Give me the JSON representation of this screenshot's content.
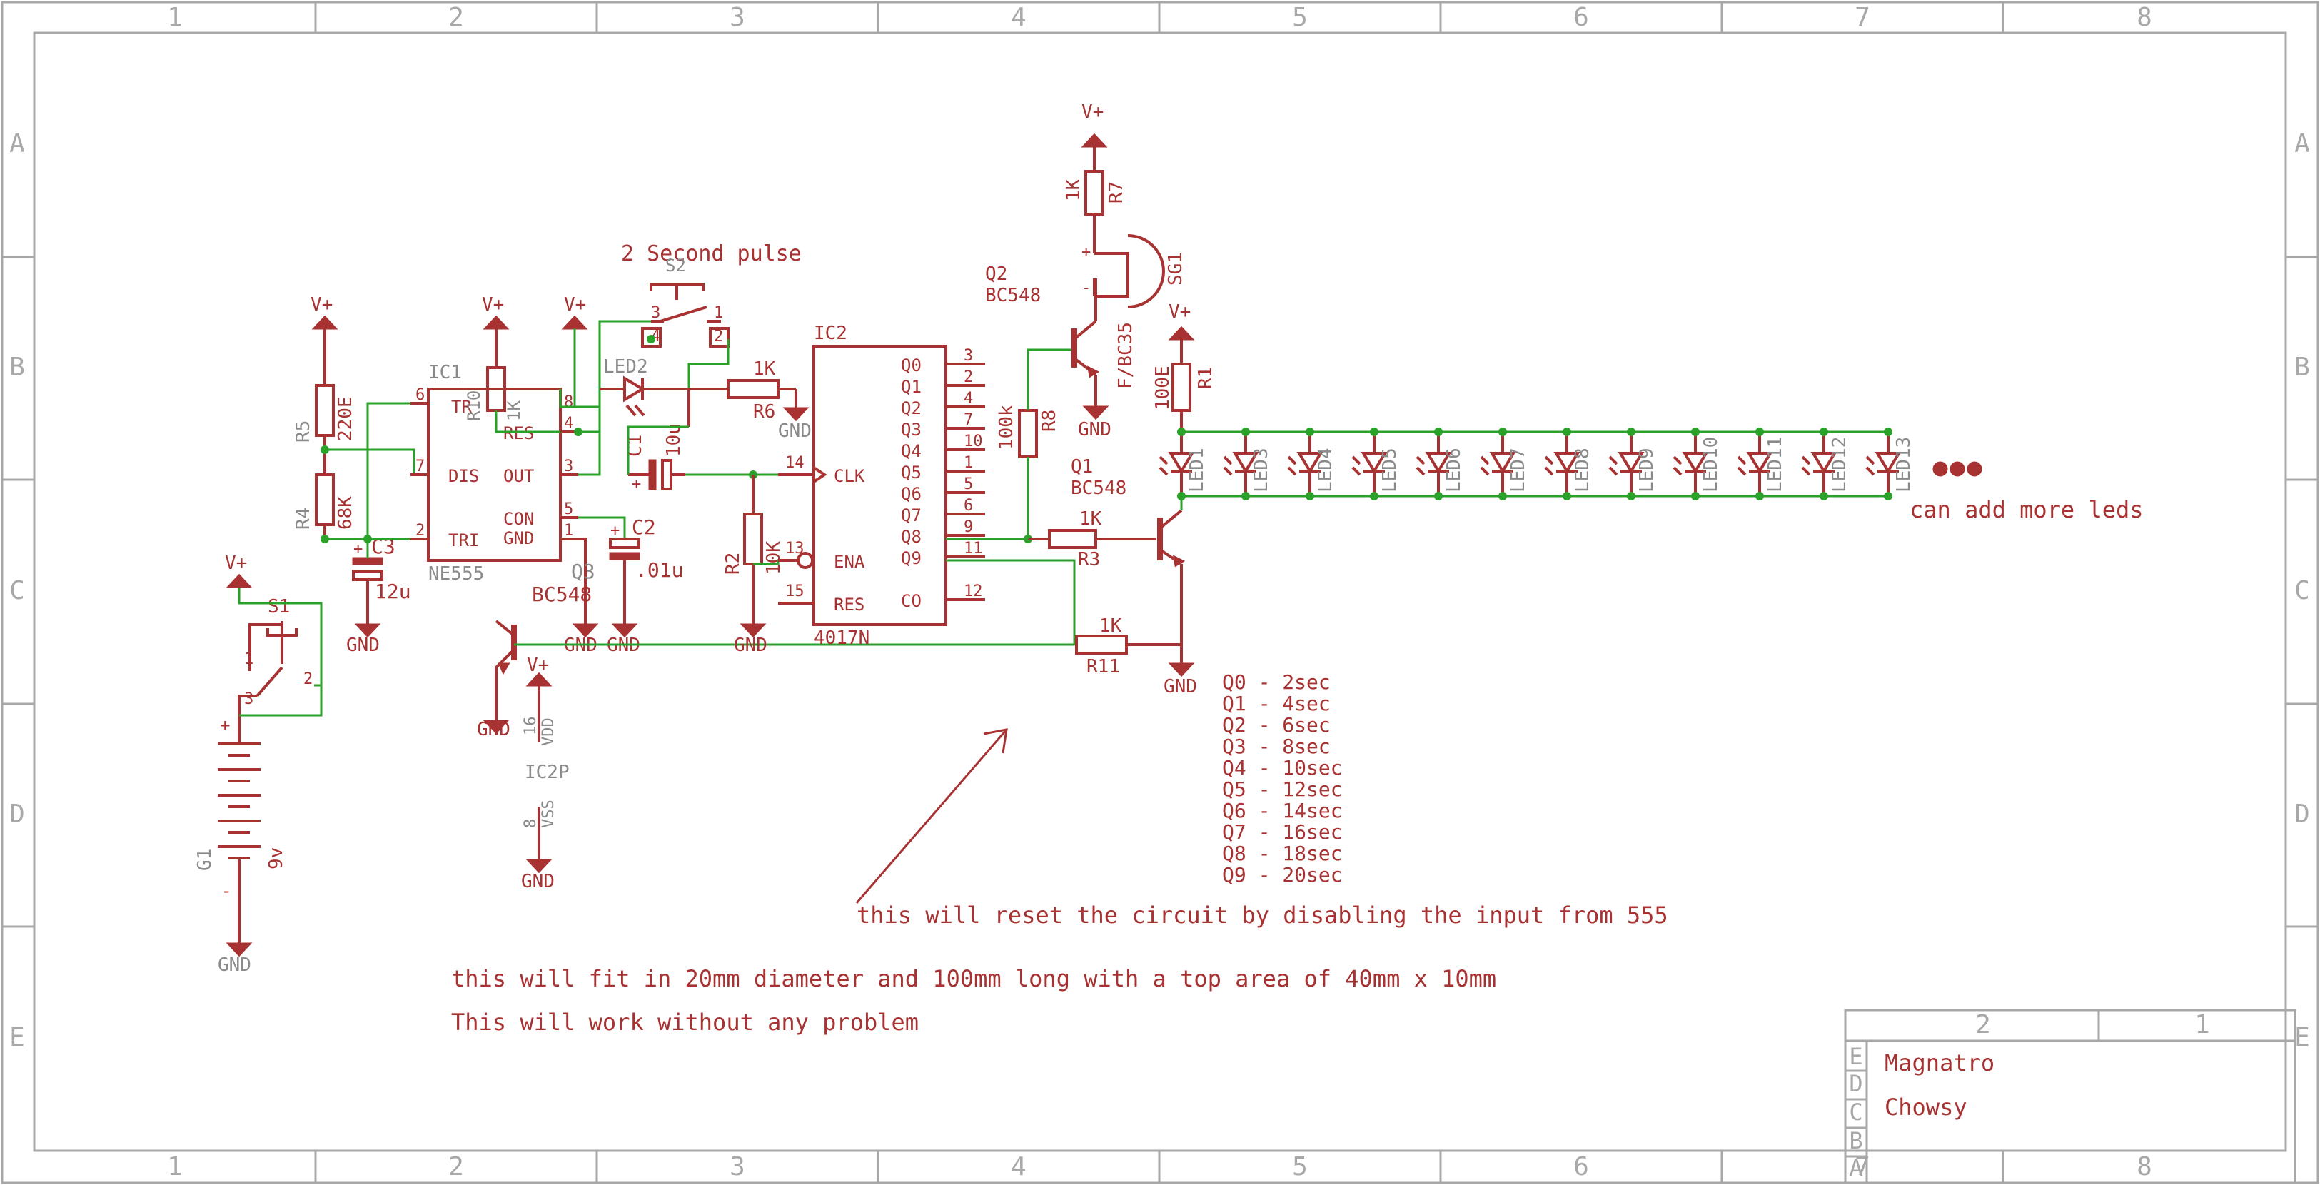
{
  "frame": {
    "columns": [
      "1",
      "2",
      "3",
      "4",
      "5",
      "6",
      "7",
      "8"
    ],
    "rows": [
      "A",
      "B",
      "C",
      "D",
      "E"
    ]
  },
  "title_block": {
    "col2": "2",
    "col1": "1",
    "row_letters": [
      "E",
      "D",
      "C",
      "B",
      "A"
    ],
    "line1": "Magnatro",
    "line2": "Chowsy"
  },
  "notes": {
    "pulse": "2 Second pulse",
    "more_leds": "can add more leds",
    "reset": "this will reset the circuit by disabling the input from 555",
    "fit": "this will fit in 20mm diameter and 100mm long with a top area of 40mm x 10mm",
    "work": "This will work without any problem",
    "timing": [
      "Q0 - 2sec",
      "Q1 - 4sec",
      "Q2 - 6sec",
      "Q3 - 8sec",
      "Q4 - 10sec",
      "Q5 - 12sec",
      "Q6 - 14sec",
      "Q7 - 16sec",
      "Q8 - 18sec",
      "Q9 - 20sec"
    ]
  },
  "supply": {
    "vplus": "V+",
    "gnd": "GND"
  },
  "ic1": {
    "name": "IC1",
    "value": "NE555",
    "pins_left": [
      "TR",
      "DIS",
      "TRI"
    ],
    "pins_right": [
      "RES",
      "OUT",
      "CON",
      "GND"
    ],
    "pin_numbers": [
      "6",
      "7",
      "2",
      "8",
      "4",
      "3",
      "5",
      "1"
    ]
  },
  "ic2": {
    "name": "IC2",
    "value": "4017N",
    "pins_left": [
      "CLK",
      "ENA",
      "RES"
    ],
    "pins_right": [
      "Q0",
      "Q1",
      "Q2",
      "Q3",
      "Q4",
      "Q5",
      "Q6",
      "Q7",
      "Q8",
      "Q9",
      "CO"
    ],
    "pin_numbers_right": [
      "3",
      "2",
      "4",
      "7",
      "10",
      "1",
      "5",
      "6",
      "9",
      "11",
      "12"
    ],
    "pin_numbers_left": [
      "14",
      "13",
      "15"
    ]
  },
  "ic2p": {
    "name": "IC2P",
    "vdd": "VDD",
    "vss": "VSS",
    "pin_vdd": "16",
    "pin_vss": "8"
  },
  "parts": {
    "r1": {
      "name": "R1",
      "value": "100E"
    },
    "r2": {
      "name": "R2",
      "value": "10K"
    },
    "r3": {
      "name": "R3",
      "value": "1K"
    },
    "r4": {
      "name": "R4",
      "value": "68K"
    },
    "r5": {
      "name": "R5",
      "value": "220E"
    },
    "r6": {
      "name": "R6",
      "value": "1K"
    },
    "r7": {
      "name": "R7",
      "value": "1K"
    },
    "r8": {
      "name": "R8",
      "value": "100k"
    },
    "r10": {
      "name": "R10",
      "value": "1K"
    },
    "r11": {
      "name": "R11",
      "value": "1K"
    },
    "c1": {
      "name": "C1",
      "value": "10u"
    },
    "c2": {
      "name": "C2",
      "value": ".01u"
    },
    "c3": {
      "name": "C3",
      "value": "12u"
    },
    "q1": {
      "name": "Q1",
      "value": "BC548"
    },
    "q2": {
      "name": "Q2",
      "value": "BC548"
    },
    "q3": {
      "name": "Q3",
      "value": "BC548"
    },
    "sg1": {
      "name": "SG1",
      "value": "F/BC35"
    },
    "s1": {
      "name": "S1"
    },
    "s2": {
      "name": "S2"
    },
    "led2": {
      "name": "LED2"
    },
    "g1": {
      "name": "G1",
      "value": "9v"
    }
  },
  "led_labels": [
    "LED1",
    "LED3",
    "LED4",
    "LED5",
    "LED6",
    "LED7",
    "LED8",
    "LED9",
    "LED10",
    "LED11",
    "LED12",
    "LED13"
  ],
  "pin_marks": {
    "plus": "+",
    "minus": "-",
    "s1_pins": [
      "1",
      "2",
      "3"
    ],
    "s2_pins": [
      "3",
      "4",
      "1",
      "2"
    ]
  }
}
